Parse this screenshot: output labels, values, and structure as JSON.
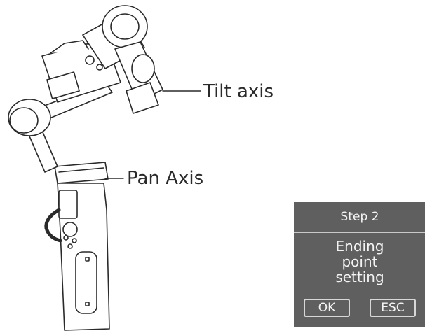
{
  "callouts": {
    "tilt_axis": "Tilt axis",
    "pan_axis": "Pan Axis"
  },
  "menu": {
    "header": "Step 2",
    "body_lines": [
      "Ending",
      "point",
      "setting"
    ],
    "ok_label": "OK",
    "esc_label": "ESC"
  },
  "colors": {
    "panel_bg": "#5f5f5f",
    "panel_text": "#f4f4f4",
    "line_art": "#2a2a2a"
  }
}
